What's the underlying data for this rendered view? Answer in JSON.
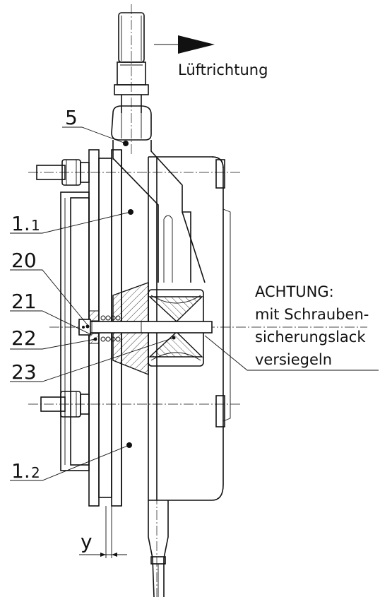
{
  "direction_label": "Lüftrichtung",
  "labels": {
    "l5": "5",
    "l11_main": "1.",
    "l11_sub": "1",
    "l20": "20",
    "l21": "21",
    "l22": "22",
    "l23": "23",
    "l12_main": "1.",
    "l12_sub": "2",
    "ly": "y"
  },
  "note": [
    "ACHTUNG:",
    "mit Schrauben-",
    "sicherungslack",
    "versiegeln"
  ]
}
